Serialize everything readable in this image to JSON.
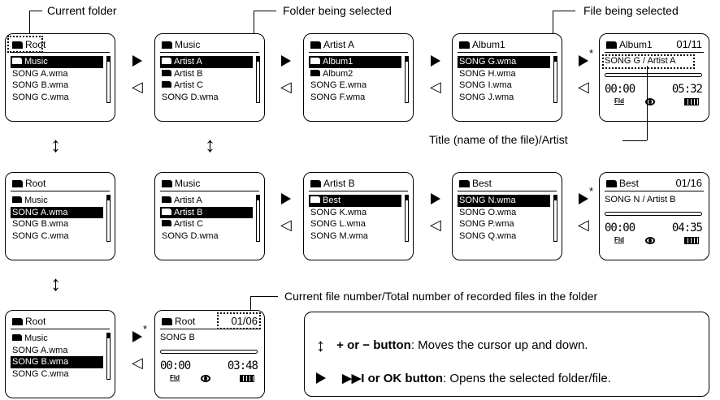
{
  "annotations": {
    "current_folder": "Current folder",
    "folder_selected": "Folder being selected",
    "file_selected": "File being selected",
    "title_artist": "Title (name of the file)/Artist",
    "file_number": "Current file number/Total number of recorded files in the folder"
  },
  "glyphs": {
    "star": "*",
    "back": "◁",
    "updown": "↕"
  },
  "row1": [
    {
      "header": "Root",
      "items": [
        "Music",
        "SONG A.wma",
        "SONG B.wma",
        "SONG C.wma"
      ],
      "selected": 0,
      "folders": [
        0
      ]
    },
    {
      "header": "Music",
      "items": [
        "Artist A",
        "Artist B",
        "Artist C",
        "SONG D.wma"
      ],
      "selected": 0,
      "folders": [
        0,
        1,
        2
      ]
    },
    {
      "header": "Artist A",
      "items": [
        "Album1",
        "Album2",
        "SONG E.wma",
        "SONG F.wma"
      ],
      "selected": 0,
      "folders": [
        0,
        1
      ]
    },
    {
      "header": "Album1",
      "items": [
        "SONG G.wma",
        "SONG H.wma",
        "SONG I.wma",
        "SONG J.wma"
      ],
      "selected": 0,
      "folders": []
    }
  ],
  "row2": [
    {
      "header": "Root",
      "items": [
        "Music",
        "SONG A.wma",
        "SONG B.wma",
        "SONG C.wma"
      ],
      "selected": 1,
      "folders": [
        0
      ]
    },
    {
      "header": "Music",
      "items": [
        "Artist A",
        "Artist B",
        "Artist C",
        "SONG D.wma"
      ],
      "selected": 1,
      "folders": [
        0,
        1,
        2
      ]
    },
    {
      "header": "Artist B",
      "items": [
        "Best",
        "SONG K.wma",
        "SONG L.wma",
        "SONG M.wma"
      ],
      "selected": 0,
      "folders": [
        0
      ]
    },
    {
      "header": "Best",
      "items": [
        "SONG N.wma",
        "SONG O.wma",
        "SONG P.wma",
        "SONG Q.wma"
      ],
      "selected": 0,
      "folders": []
    }
  ],
  "row3": [
    {
      "header": "Root",
      "items": [
        "Music",
        "SONG A.wma",
        "SONG B.wma",
        "SONG C.wma"
      ],
      "selected": 2,
      "folders": [
        0
      ]
    }
  ],
  "play1": {
    "folder": "Album1",
    "count": "01/11",
    "title": "SONG G / Artist A",
    "elapsed": "00:00",
    "total": "05:32",
    "fld": "Fld"
  },
  "play2": {
    "folder": "Best",
    "count": "01/16",
    "title": "SONG N / Artist B",
    "elapsed": "00:00",
    "total": "04:35",
    "fld": "Fld"
  },
  "play3": {
    "folder": "Root",
    "count": "01/06",
    "title": "SONG B",
    "elapsed": "00:00",
    "total": "03:48",
    "fld": "Fld"
  },
  "legend": {
    "row1_bold": "+ or − button",
    "row1_text": ": Moves the cursor up and down.",
    "row2_bold": "▶▶I or OK button",
    "row2_text": ": Opens the selected folder/file."
  }
}
